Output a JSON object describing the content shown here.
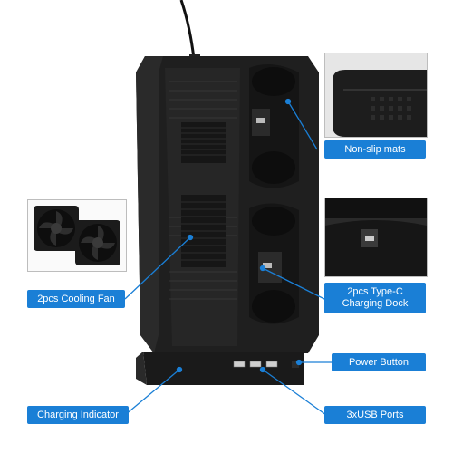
{
  "callouts": {
    "non_slip_mats": "Non-slip mats",
    "cooling_fan": "2pcs Cooling Fan",
    "type_c_line1": "2pcs Type-C",
    "type_c_line2": "Charging Dock",
    "power_button": "Power Button",
    "charging_indicator": "Charging Indicator",
    "usb_ports": "3xUSB Ports"
  },
  "colors": {
    "callout_bg": "#1a7fd6",
    "callout_text": "#ffffff",
    "device_body": "#1e1e1e",
    "device_dark": "#111111",
    "indicator_blue": "#2a8fe8",
    "background": "#ffffff"
  },
  "icons": [
    "cooling-fan-icon",
    "usb-port-icon",
    "type-c-connector-icon",
    "power-cable-icon",
    "blue-led-icon"
  ]
}
